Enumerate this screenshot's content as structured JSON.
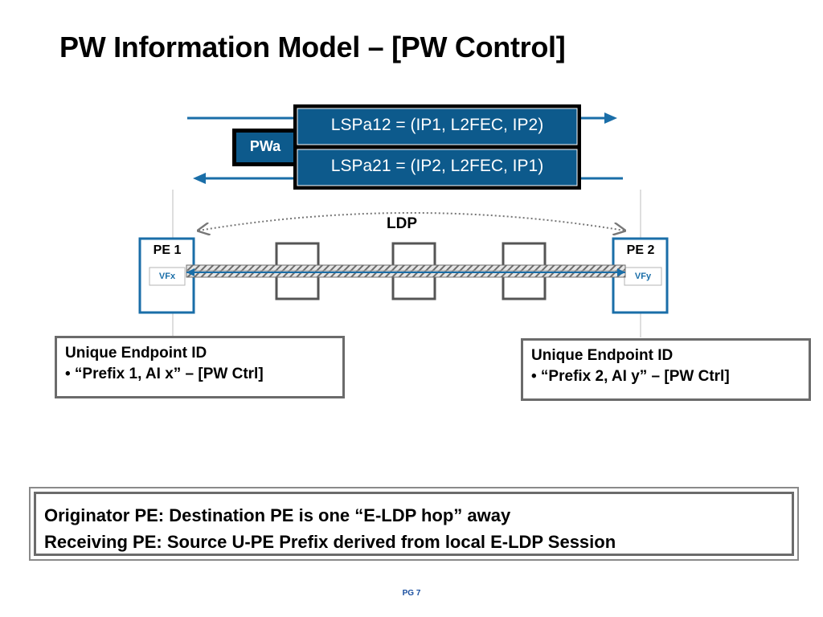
{
  "slide": {
    "title": "PW Information Model – [PW Control]",
    "page_number": "PG 7"
  },
  "pseudowire": {
    "name": "PWa",
    "lsp_forward": "LSPa12 = (IP1, L2FEC, IP2)",
    "lsp_reverse": "LSPa21 = (IP2, L2FEC, IP1)"
  },
  "signaling": {
    "label": "LDP"
  },
  "pe1": {
    "label": "PE 1",
    "vf": "VFx"
  },
  "pe2": {
    "label": "PE 2",
    "vf": "VFy"
  },
  "endpoint1": {
    "heading": "Unique Endpoint ID",
    "detail": "• “Prefix 1, AI x” – [PW Ctrl]"
  },
  "endpoint2": {
    "heading": "Unique Endpoint ID",
    "detail": "• “Prefix 2, AI y” – [PW Ctrl]"
  },
  "notes": {
    "line1": "Originator PE: Destination PE is one “E-LDP hop” away",
    "line2": "Receiving PE: Source U-PE Prefix derived from local E-LDP Session"
  },
  "colors": {
    "lsp_fill": "#0d5a8c",
    "pe_border": "#1a6ea8",
    "arrow": "#1a6ea8",
    "router_border": "#555555"
  }
}
